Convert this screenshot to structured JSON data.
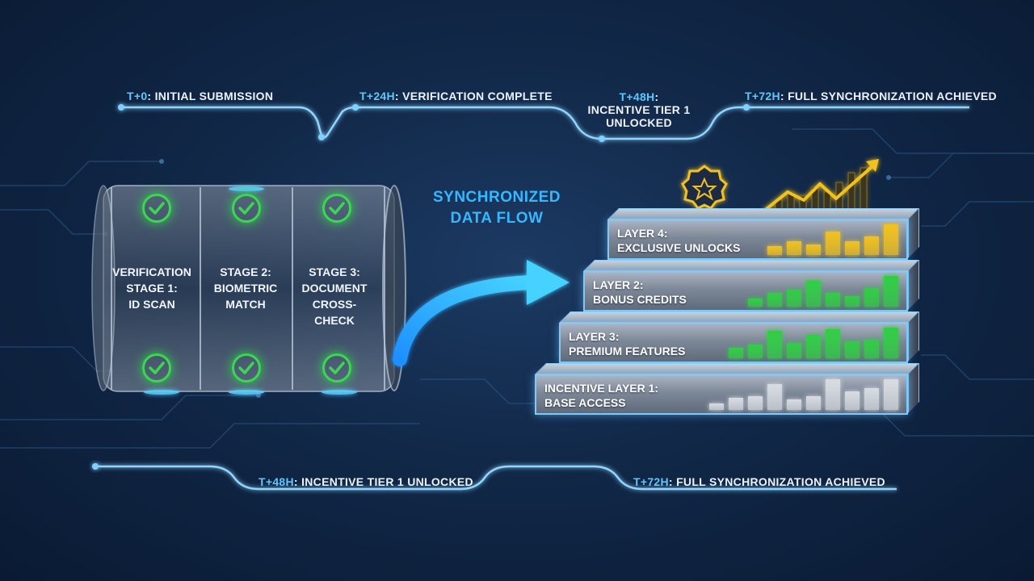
{
  "timeline_top": [
    {
      "time": "T+0",
      "text": ": INITIAL SUBMISSION"
    },
    {
      "time": "T+24H",
      "text": ": VERIFICATION COMPLETE"
    },
    {
      "time": "T+48H",
      "text": ":"
    },
    {
      "time": "",
      "text": "INCENTIVE TIER 1"
    },
    {
      "time": "",
      "text": "UNLOCKED"
    },
    {
      "time": "T+72H",
      "text": ": FULL SYNCHRONIZATION ACHIEVED"
    }
  ],
  "timeline_bottom": [
    {
      "time": "T+48H",
      "text": ": INCENTIVE TIER 1 UNLOCKED"
    },
    {
      "time": "T+72H",
      "text": ": FULL SYNCHRONIZATION ACHIEVED"
    }
  ],
  "stages": [
    {
      "line1": "VERIFICATION",
      "line2": "STAGE 1:",
      "line3": "ID SCAN"
    },
    {
      "line1": "STAGE 2:",
      "line2": "BIOMETRIC",
      "line3": "MATCH"
    },
    {
      "line1": "STAGE 3:",
      "line2": "DOCUMENT",
      "line3": "CROSS-CHECK"
    }
  ],
  "flow_title": {
    "line1": "SYNCHRONIZED",
    "line2": "DATA FLOW"
  },
  "layers": [
    {
      "line1": "LAYER 4:",
      "line2": "EXCLUSIVE UNLOCKS",
      "color": "#f2c21b",
      "bars": [
        0.3,
        0.45,
        0.35,
        0.75,
        0.45,
        0.6,
        1.0
      ]
    },
    {
      "line1": "LAYER 2:",
      "line2": "BONUS CREDITS",
      "color": "#2fcf43",
      "bars": [
        0.25,
        0.45,
        0.55,
        0.85,
        0.45,
        0.35,
        0.6,
        1.0
      ]
    },
    {
      "line1": "LAYER 3:",
      "line2": "PREMIUM FEATURES",
      "color": "#2fcf43",
      "bars": [
        0.35,
        0.45,
        0.9,
        0.5,
        0.75,
        0.95,
        0.55,
        0.6,
        1.0
      ]
    },
    {
      "line1": "INCENTIVE LAYER 1:",
      "line2": "BASE ACCESS",
      "color": "#d8dce2",
      "bars": [
        0.2,
        0.4,
        0.45,
        0.85,
        0.35,
        0.45,
        1.0,
        0.6,
        0.7,
        1.0
      ]
    }
  ],
  "colors": {
    "accent": "#35b8ff",
    "check": "#39d84f",
    "gold": "#f2c21b"
  },
  "icons": [
    "check-circle-icon",
    "star-badge-icon",
    "trend-arrow-icon",
    "flow-arrow-icon"
  ]
}
